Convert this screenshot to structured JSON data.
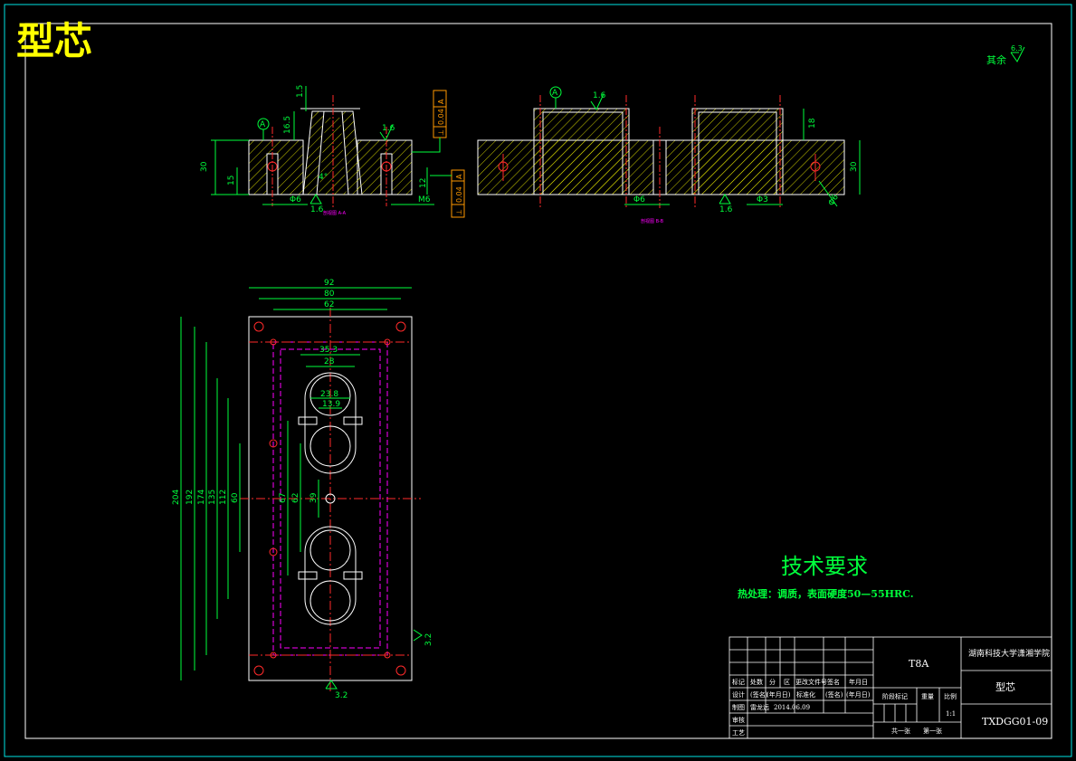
{
  "drawing": {
    "title": "型芯",
    "roughness_other_label": "其余",
    "roughness_other_value": "6.3",
    "colors": {
      "frame": "#00e5e5",
      "outline": "#ffffff",
      "hatch": "#ffff00",
      "dimension": "#00ff3c",
      "centerline": "#ff2a2a",
      "hidden": "#ff00ff",
      "title_text": "#ffff00"
    }
  },
  "section_view_left": {
    "datum_label": "A",
    "section_label": "剖视图 A-A",
    "dims": {
      "top_gap": "1.5",
      "boss_height": "16.5",
      "height": "30",
      "hole_depth": "15",
      "hole_dia": "Φ6",
      "thread_depth": "12",
      "thread": "M6",
      "angle": "4°",
      "roughness_top": "1.6",
      "roughness_bottom": "1.6"
    },
    "tolerance_top": [
      "⊥",
      "0.04",
      "A"
    ],
    "tolerance_bottom": [
      "⊥",
      "0.04",
      "A"
    ]
  },
  "section_view_right": {
    "datum_label": "A",
    "section_label": "剖视图 B-B",
    "dims": {
      "roughness_top": "1.6",
      "boss_height": "18",
      "height": "30",
      "hole_dia_left": "Φ6",
      "hole_dia_right": "Φ3",
      "roughness_bottom": "1.6",
      "dia_note": "Φ6"
    }
  },
  "plan_view": {
    "dims_horizontal": [
      "92",
      "80",
      "62",
      "35.3",
      "28",
      "23.8",
      "13.9"
    ],
    "dims_vertical": [
      "204",
      "192",
      "174",
      "135",
      "112",
      "60",
      "67",
      "62",
      "39"
    ],
    "roughness_side": "3.2",
    "roughness_bottom": "3.2"
  },
  "technical_requirements": {
    "heading": "技术要求",
    "line1": "热处理：调质，表面硬度50—55HRC."
  },
  "title_block": {
    "material": "T8A",
    "school": "湖南科技大学潇湘学院",
    "part_name": "型芯",
    "drawing_no": "TXDGG01-09",
    "header_row": [
      "标记",
      "处数",
      "分",
      "区",
      "更改文件号",
      "签名",
      "年月日"
    ],
    "design_row": [
      "设计",
      "(签名)",
      "(年月日)",
      "标准化",
      "(签名)",
      "(年月日)"
    ],
    "draft_row": [
      "制图",
      "雷龙远",
      "2014.06.09"
    ],
    "review_label": "审核",
    "process_label": "工艺",
    "stage_label": "阶段标记",
    "weight_label": "重量",
    "scale_label": "比例",
    "scale_value": "1:1",
    "sheet_total": "共一张",
    "sheet_no": "第一张"
  }
}
